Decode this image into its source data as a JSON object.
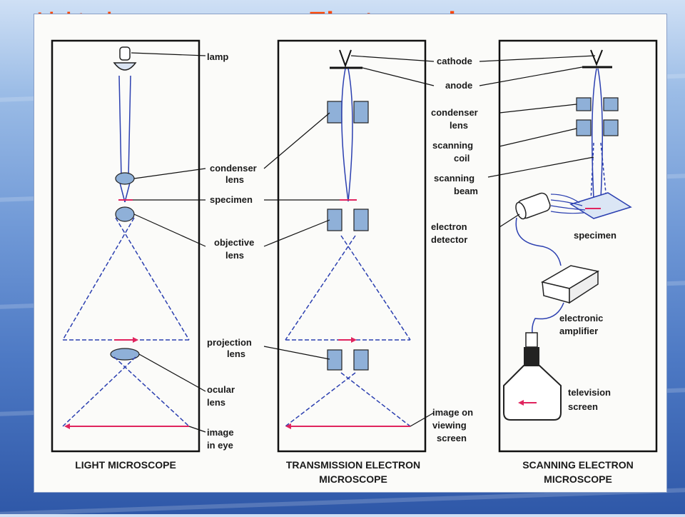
{
  "slide": {
    "title_left": "Light microscope",
    "title_right": "Electron microscope",
    "accent_color": "#ff4500",
    "beam_color": "#2b3fb0",
    "arrow_color": "#e0245e",
    "lens_color": "#8fb0d8"
  },
  "light_microscope": {
    "caption": "LIGHT MICROSCOPE",
    "labels": {
      "lamp": "lamp",
      "condenser_1": "condenser",
      "condenser_2": "lens",
      "specimen": "specimen",
      "objective_1": "objective",
      "objective_2": "lens",
      "projection_1": "projection",
      "projection_2": "lens",
      "ocular_1": "ocular",
      "ocular_2": "lens",
      "image_1": "image",
      "image_2": "in eye"
    }
  },
  "transmission_em": {
    "caption_1": "TRANSMISSION ELECTRON",
    "caption_2": "MICROSCOPE",
    "labels": {
      "cathode": "cathode",
      "anode": "anode",
      "image_1": "image on",
      "image_2": "viewing",
      "image_3": "screen"
    }
  },
  "scanning_em": {
    "caption_1": "SCANNING ELECTRON",
    "caption_2": "MICROSCOPE",
    "labels": {
      "condenser_1": "condenser",
      "condenser_2": "lens",
      "scanning_coil_1": "scanning",
      "scanning_coil_2": "coil",
      "scanning_beam_1": "scanning",
      "scanning_beam_2": "beam",
      "detector_1": "electron",
      "detector_2": "detector",
      "specimen": "specimen",
      "amplifier_1": "electronic",
      "amplifier_2": "amplifier",
      "screen_1": "television",
      "screen_2": "screen"
    }
  }
}
